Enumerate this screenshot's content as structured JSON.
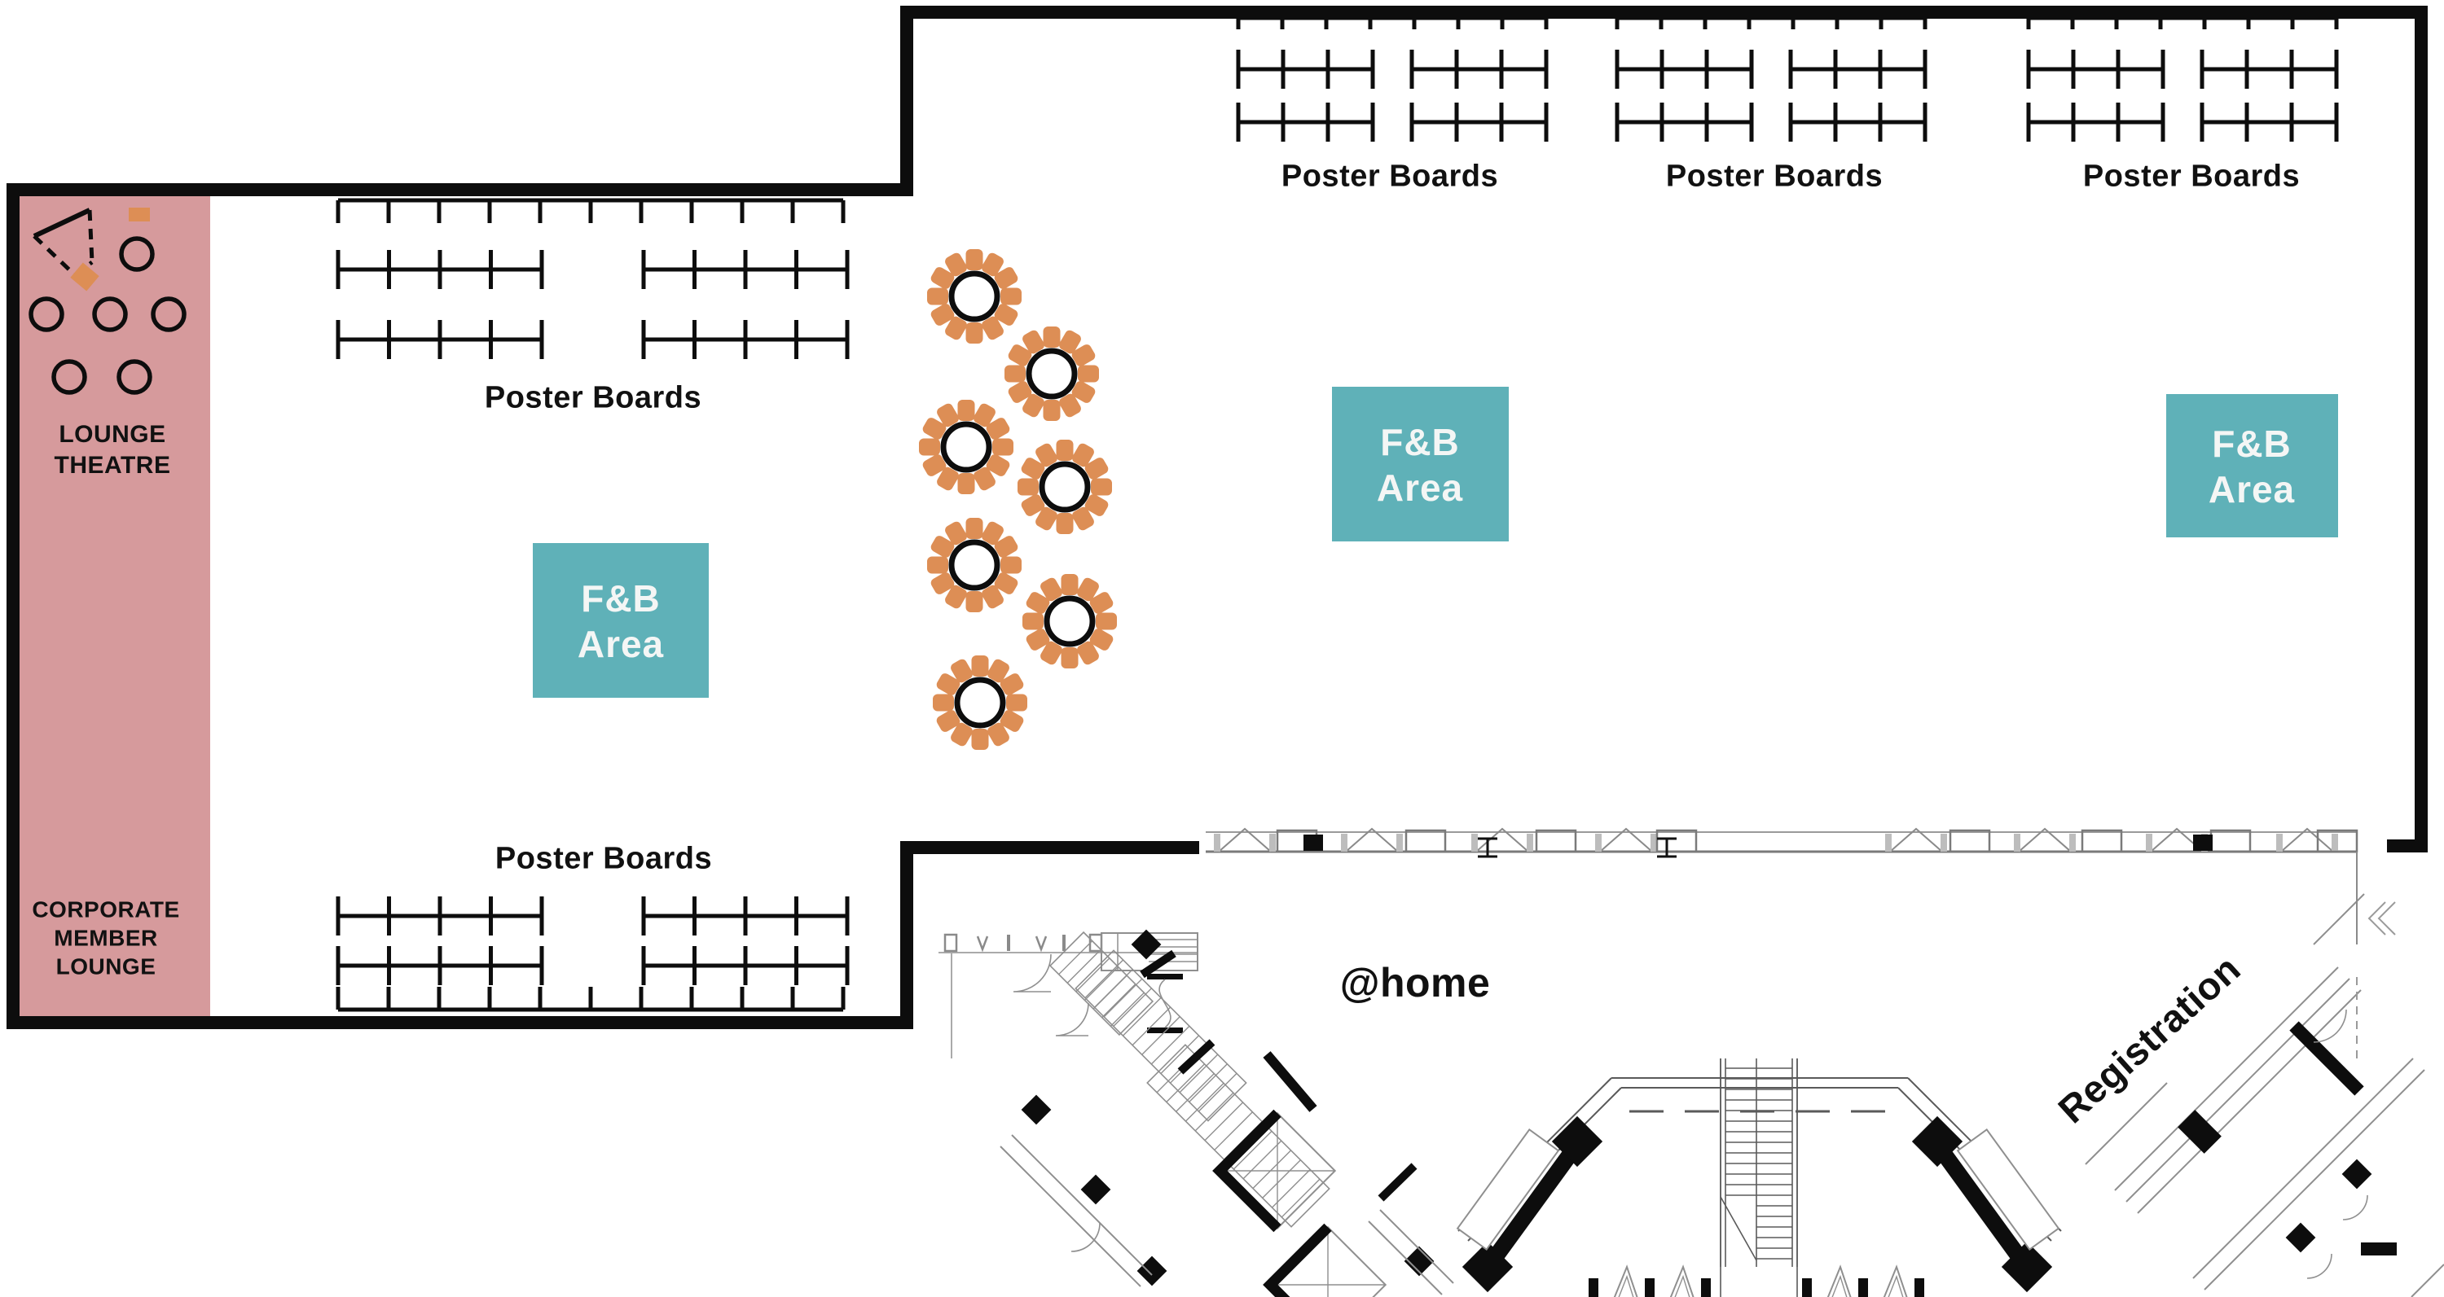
{
  "colors": {
    "lounge_band": "#d69a9c",
    "fnb_area": "#5fb1b8",
    "chair_orange": "#dd8e55",
    "wall_black": "#0d0d0d",
    "arch_gray": "#5a5a5a"
  },
  "zones": {
    "lounge_theatre": {
      "line1": "LOUNGE",
      "line2": "THEATRE"
    },
    "corporate_member_lounge": {
      "line1": "CORPORATE",
      "line2": "MEMBER",
      "line3": "LOUNGE"
    },
    "poster_boards_label": "Poster Boards",
    "poster_board_groups": 5,
    "fnb": {
      "line1": "F&B",
      "line2": "Area",
      "count": 3
    },
    "at_home_label": "@home",
    "registration_label": "Registration"
  },
  "round_tables": {
    "count": 7,
    "seats_per_table": 12
  }
}
